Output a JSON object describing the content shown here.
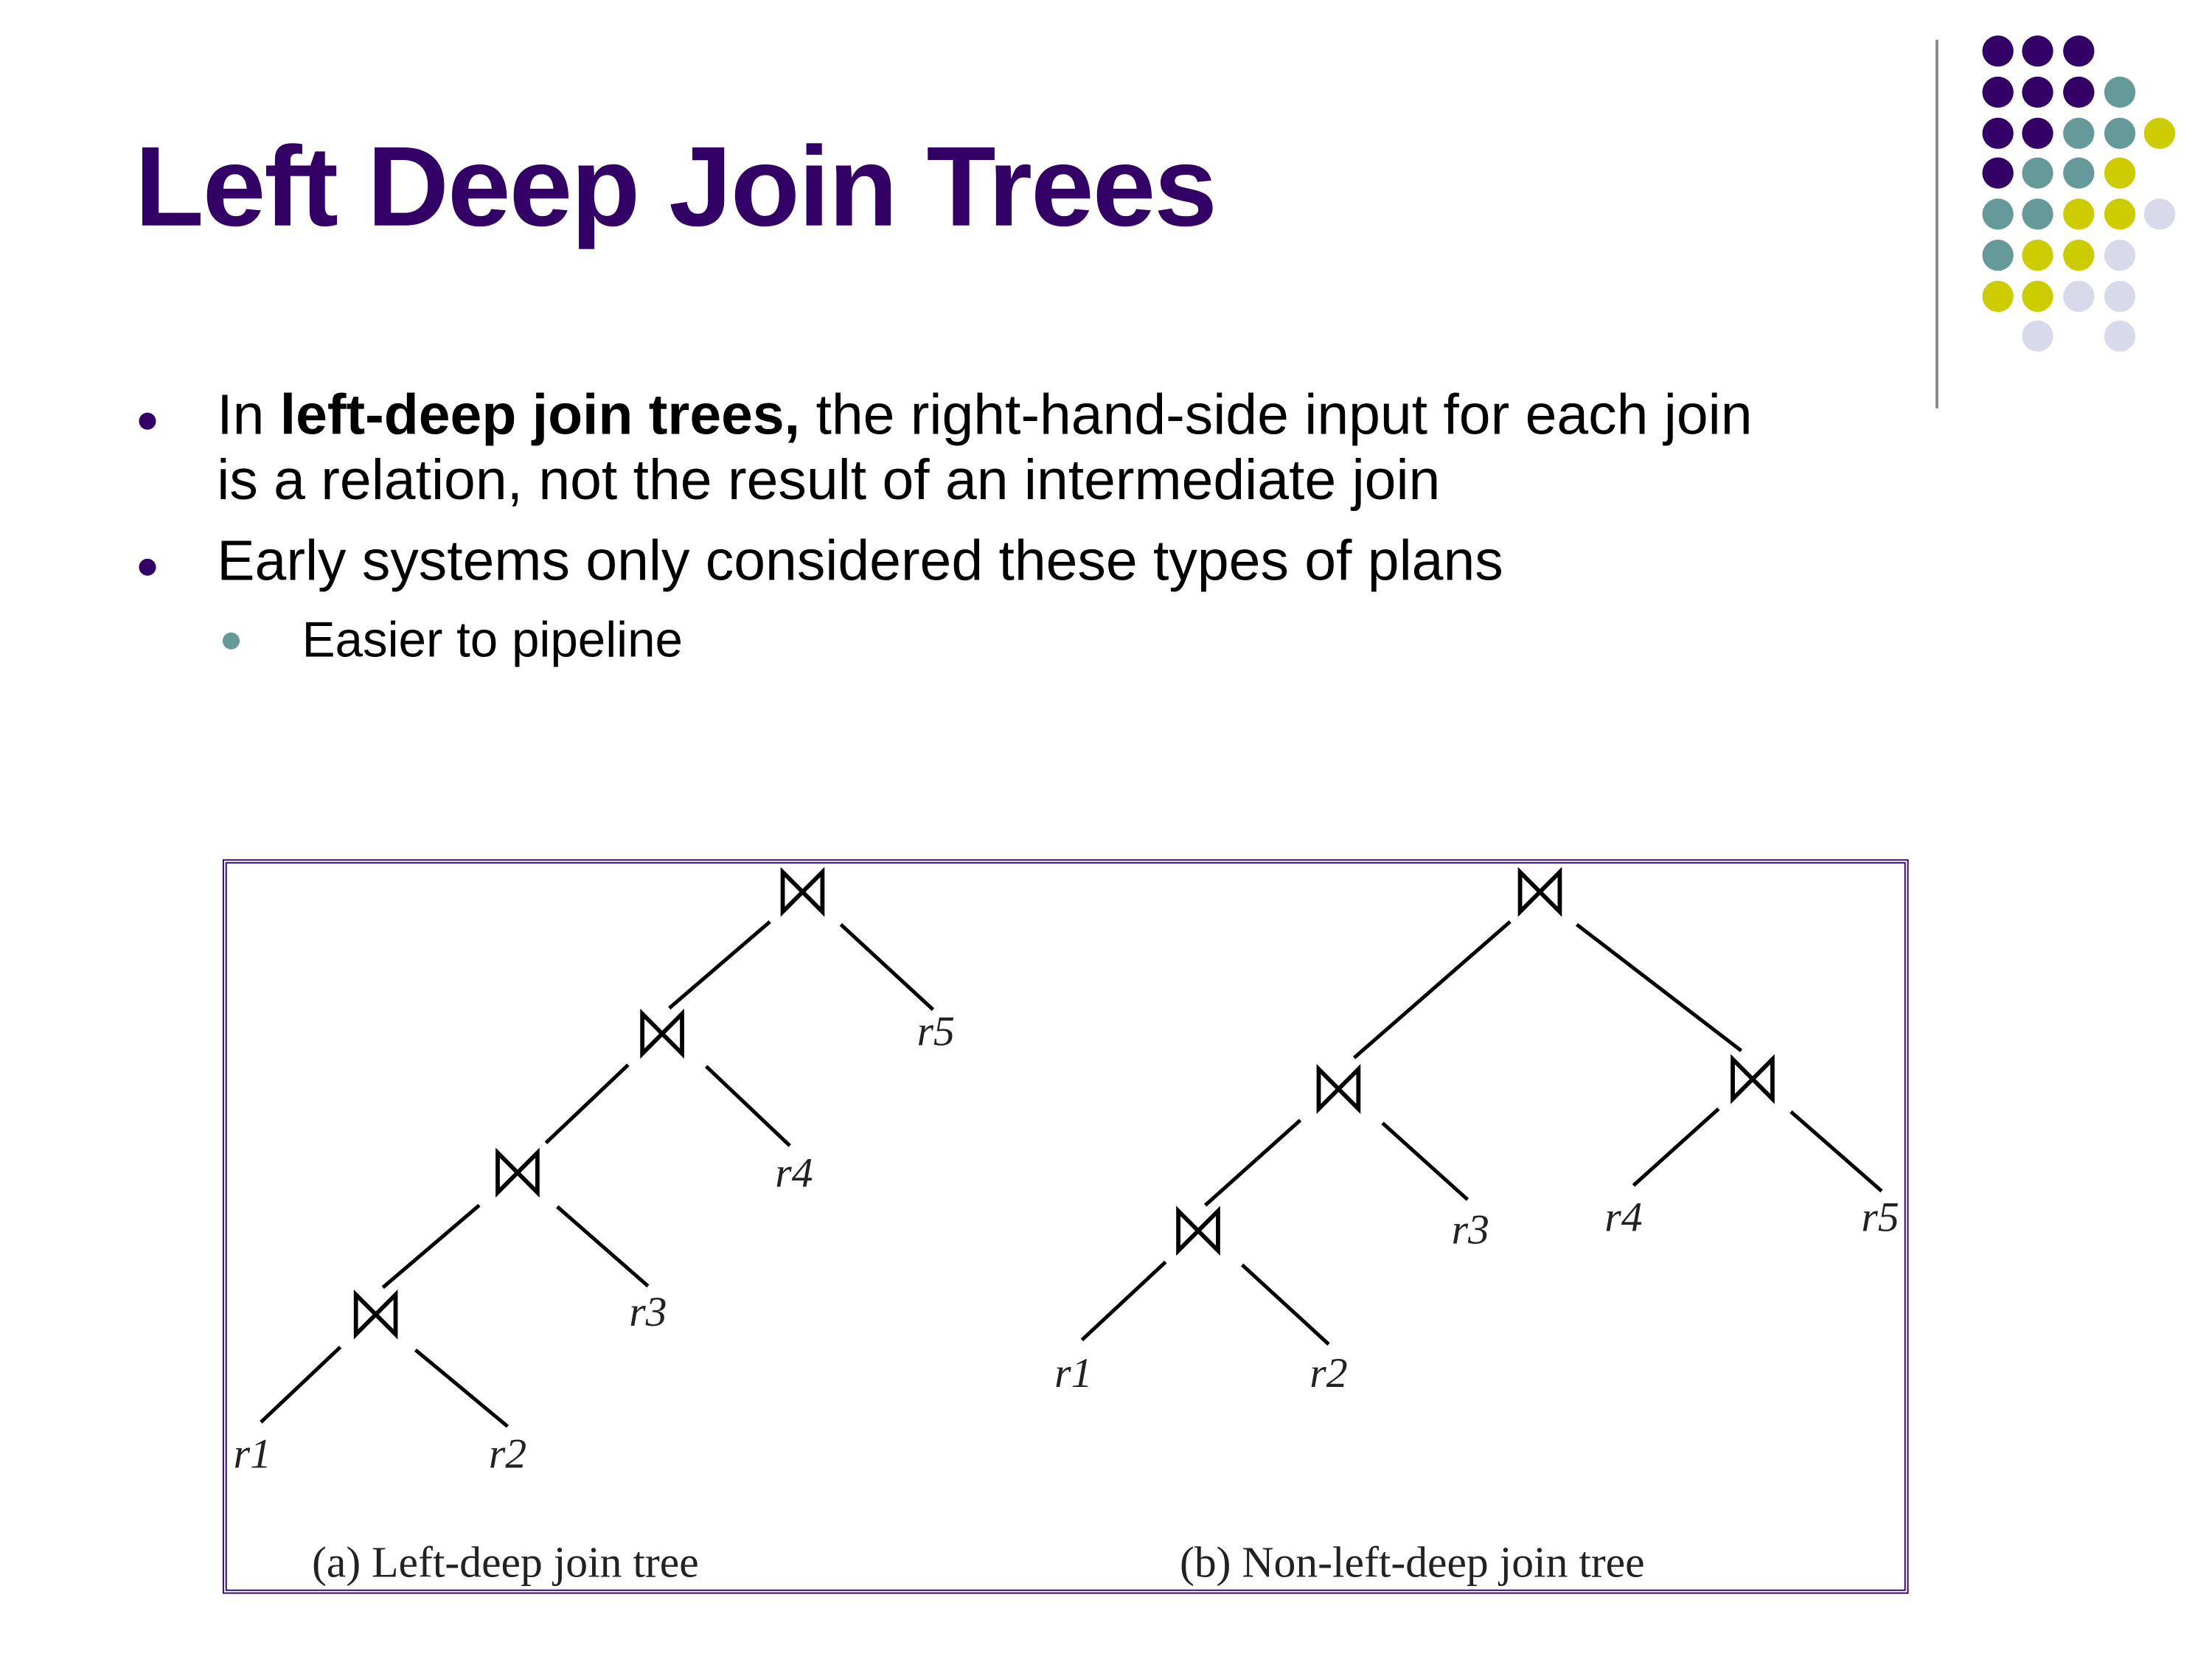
{
  "slide": {
    "title": "Left Deep Join Trees",
    "bullets": [
      {
        "prefix": "In ",
        "bold": "left-deep join trees,",
        "rest": " the right-hand-side input for each join",
        "line2": "is a relation, not the result of an intermediate join"
      },
      {
        "text": "Early systems only considered these types of plans"
      }
    ],
    "sub_bullets": [
      {
        "text": "Easier to pipeline"
      }
    ]
  },
  "diagram": {
    "left_tree": {
      "caption": "(a) Left-deep join tree",
      "relations": [
        "r1",
        "r2",
        "r3",
        "r4",
        "r5"
      ]
    },
    "right_tree": {
      "caption": "(b) Non-left-deep join tree",
      "relations": [
        "r1",
        "r2",
        "r3",
        "r4",
        "r5"
      ]
    }
  },
  "colors": {
    "purple": "#330066",
    "teal": "#669999",
    "yellow": "#CCCC00",
    "lavender": "#D9D9EC"
  }
}
